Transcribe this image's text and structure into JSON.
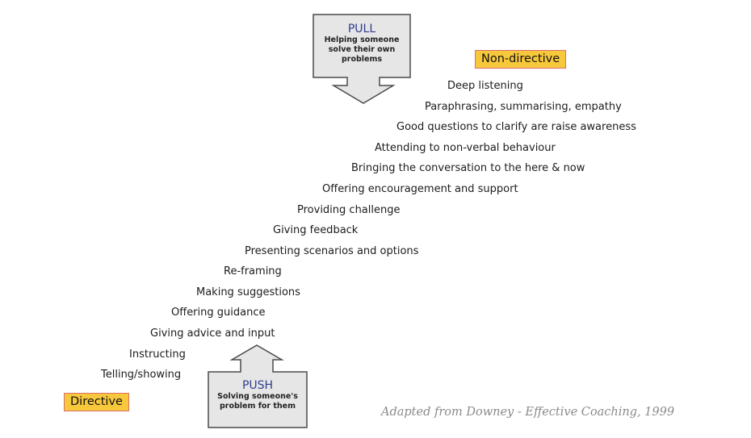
{
  "pull_box": {
    "title": "PULL",
    "subtitle_lines": [
      "Helping someone",
      "solve their own",
      "problems"
    ]
  },
  "push_box": {
    "title": "PUSH",
    "subtitle_lines": [
      "Solving someone's",
      "problem for them"
    ]
  },
  "labels": {
    "non_directive": "Non-directive",
    "directive": "Directive"
  },
  "steps": [
    "Deep listening",
    "Paraphrasing, summarising, empathy",
    "Good questions to clarify are raise awareness",
    "Attending to non-verbal behaviour",
    "Bringing the conversation to the here & now",
    "Offering encouragement and support",
    "Providing challenge",
    "Giving feedback",
    "Presenting scenarios and options",
    "Re-framing",
    "Making suggestions",
    "Offering guidance",
    "Giving advice and input",
    "Instructing",
    "Telling/showing"
  ],
  "credit": "Adapted from Downey - Effective Coaching, 1999",
  "colors": {
    "box_fill": "#e6e6e6",
    "box_stroke": "#4a4a4a",
    "badge_fill": "#f7c83c",
    "badge_border": "#d9706a",
    "title_blue": "#2f3d8f"
  }
}
